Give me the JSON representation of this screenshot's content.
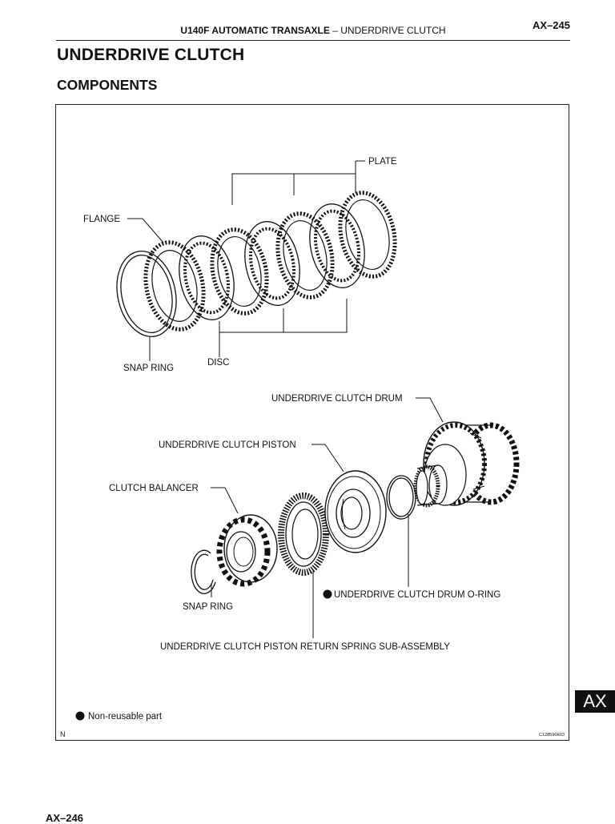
{
  "header": {
    "section_bold": "U140F AUTOMATIC TRANSAXLE",
    "separator": "–",
    "section_sub": "UNDERDRIVE CLUTCH",
    "page_number": "AX–245"
  },
  "title": "UNDERDRIVE CLUTCH",
  "subtitle": "COMPONENTS",
  "figure": {
    "labels": {
      "plate": "PLATE",
      "flange": "FLANGE",
      "snap_ring_top": "SNAP RING",
      "disc": "DISC",
      "drum": "UNDERDRIVE CLUTCH DRUM",
      "piston": "UNDERDRIVE CLUTCH PISTON",
      "balancer": "CLUTCH BALANCER",
      "snap_ring_bottom": "SNAP RING",
      "o_ring": "UNDERDRIVE CLUTCH DRUM O-RING",
      "return_spring": "UNDERDRIVE CLUTCH PISTON RETURN SPRING SUB-ASSEMBLY"
    },
    "legend": "Non-reusable part",
    "orientation_mark": "N",
    "figure_code": "C128596E03"
  },
  "side_tab": "AX",
  "footer_next_page": "AX–246"
}
